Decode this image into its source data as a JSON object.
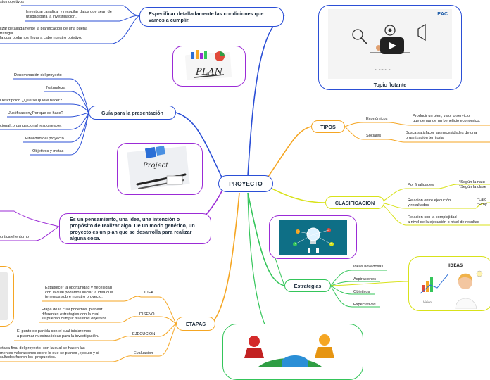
{
  "central": {
    "label": "PROYECTO"
  },
  "top_branch": {
    "title": "Especificar detalladamente las condiciones que vamos a cumplir.",
    "items": [
      "Investigar ,analizar y recopilar datos que sean de utilidad para la investigación.",
      "lizar detalladamente la planificación de una buena\ntrategia\nla cual podamos llevar a cabo nuestro objetivo."
    ],
    "clipped_top": "stos objetivos"
  },
  "guia": {
    "title": "Guía para la presentación",
    "items": [
      "Denominación del proyecto",
      "Naturaleza",
      "Descripción ¿Qué se quiere hacer?",
      "Justificacion¿Por que se hace?",
      "cional ,organizacional responeable.",
      "Finalidad del proyecto",
      "Objetivos y metas"
    ]
  },
  "definicion": {
    "title": "Es un pensamiento, una idea, una intención o propósito de realizar algo. De un modo genérico, un proyecto es un plan que se desarrolla para realizar alguna cosa.",
    "items": [
      "critica el entorno"
    ]
  },
  "etapas": {
    "title": "ETAPAS",
    "items": [
      {
        "label": "IDEA",
        "desc": "Establecer la oportunidad y necesidad\ncon la cual podamos iniciar la idea que\ntenemos sobre nuestro proyecto."
      },
      {
        "label": "DISEÑO",
        "desc": "Etapa de la cual podemos  planear\ndiferentes estrategias con la cual\nse puedan cumplir nuestros objetivos."
      },
      {
        "label": "EJECUCION",
        "desc": "El punto de partida con el cual iniciaremos\na plasmar nuestras ideas para la investigación."
      },
      {
        "label": "Evaluacion",
        "desc": "etapa final del proyecto  con la cual se hacen las\nmentes valoraciones sobre lo que se planeo ,ejecuto y si\nsultados fueron los  propuestos."
      }
    ]
  },
  "tipos": {
    "title": "TIPOS",
    "items": [
      {
        "label": "Económicos",
        "desc": "Producir un bien, valor o servicio\nque demande un beneficio económico."
      },
      {
        "label": "Sociales",
        "desc": "Busca satisfacer las necesidades de una\norganización territorial"
      }
    ]
  },
  "clasificacion": {
    "title": "CLASIFICACION",
    "items": [
      {
        "label": "Por finalidades",
        "desc": "*Según la natu\n*Según la clase"
      },
      {
        "label": "Relacion entre ejecución\ny resultados",
        "desc": "*Larg\n*Proy"
      },
      {
        "label": "Relacion con la complejidad\na nivel de la ejecución o nivel de resultad",
        "desc": ""
      }
    ]
  },
  "estrategias": {
    "title": "Estrategias",
    "items": [
      "Ideas novedosas",
      "Aspiraciones",
      "Objetivos",
      "Expectativas"
    ]
  },
  "video": {
    "caption": "Topic flotante",
    "brand": "EAC"
  },
  "images": {
    "plan_word": "PLAN",
    "project_word": "Project",
    "ideas_word": "IDEAS",
    "diseno_word": "Diseño"
  },
  "colors": {
    "blue": "#2b4fd6",
    "purple": "#9b2bd6",
    "orange": "#f5a623",
    "yellow": "#d8e21a",
    "green": "#34c55a",
    "navy": "#1b2a3a"
  }
}
